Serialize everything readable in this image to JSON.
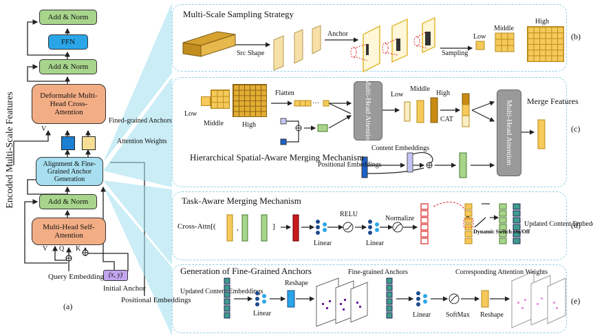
{
  "left": {
    "side_label": "Encoded Multi-Scale Features",
    "add_norm": "Add & Norm",
    "ffn": "FFN",
    "deform_attn": "Deformable Multi-Head Cross-Attention",
    "v_label": "V",
    "align_gen": "Alignment & Fine-Grained Anchor Generation",
    "fine_anchors": "Fined-grained Anchors",
    "attn_weights": "Attention Weights",
    "self_attn": "Multi-Head Self-Attention",
    "v": "V",
    "q": "Q",
    "k": "K",
    "query_emb": "Query Embeddings",
    "xy": "(x, y)",
    "initial_anchor": "Initial Anchor",
    "pos_emb": "Positional Embeddings",
    "caption": "(a)"
  },
  "panel_b": {
    "title": "Multi-Scale Sampling Strategy",
    "src_shape": "Src Shape",
    "anchor": "Anchor",
    "sampling": "Sampling",
    "low": "Low",
    "middle": "Middle",
    "high": "High",
    "tag": "(b)"
  },
  "panel_c": {
    "low": "Low",
    "middle": "Middle",
    "high": "High",
    "flatten": "Flatten",
    "mha": "Multi-Head Attention",
    "low2": "Low",
    "middle2": "Middle",
    "high2": "High",
    "cat": "CAT",
    "mha2": "Multi-Head Attention",
    "merge": "Merge Features",
    "title": "Hierarchical Spatial-Aware Merging Mechanism",
    "pos_emb": "Positional Embeddings",
    "content_emb": "Content Embeddings",
    "tag": "(c)"
  },
  "panel_d": {
    "title": "Task-Aware Merging Mechanism",
    "cross_attn": "Cross-Attn[(",
    "comma1": ",",
    "comma2": ")",
    "comma3": ",",
    "close": "]",
    "relu": "RELU",
    "normalize": "Normalize",
    "linear1": "Linear",
    "linear2": "Linear",
    "switch": "Dynamic Switch On/Off",
    "updated": "Updated Content Embeddings",
    "tag": "(d)"
  },
  "panel_e": {
    "title": "Generation of Fine-Grained Anchors",
    "updated": "Updated Content Embeddings",
    "linear": "Linear",
    "reshape": "Reshape",
    "fine": "Fine-grained Anchors",
    "linear2": "Linear",
    "softmax": "SoftMax",
    "reshape2": "Reshape",
    "corr": "Corresponding Attention Weights",
    "tag": "(e)"
  },
  "colors": {
    "green": "#a8d58c",
    "blue": "#2aa6e8",
    "orange": "#f3ad85",
    "cyan": "#a7dff0",
    "gold": "#d9a62e",
    "panel_border": "#8fd0de"
  }
}
